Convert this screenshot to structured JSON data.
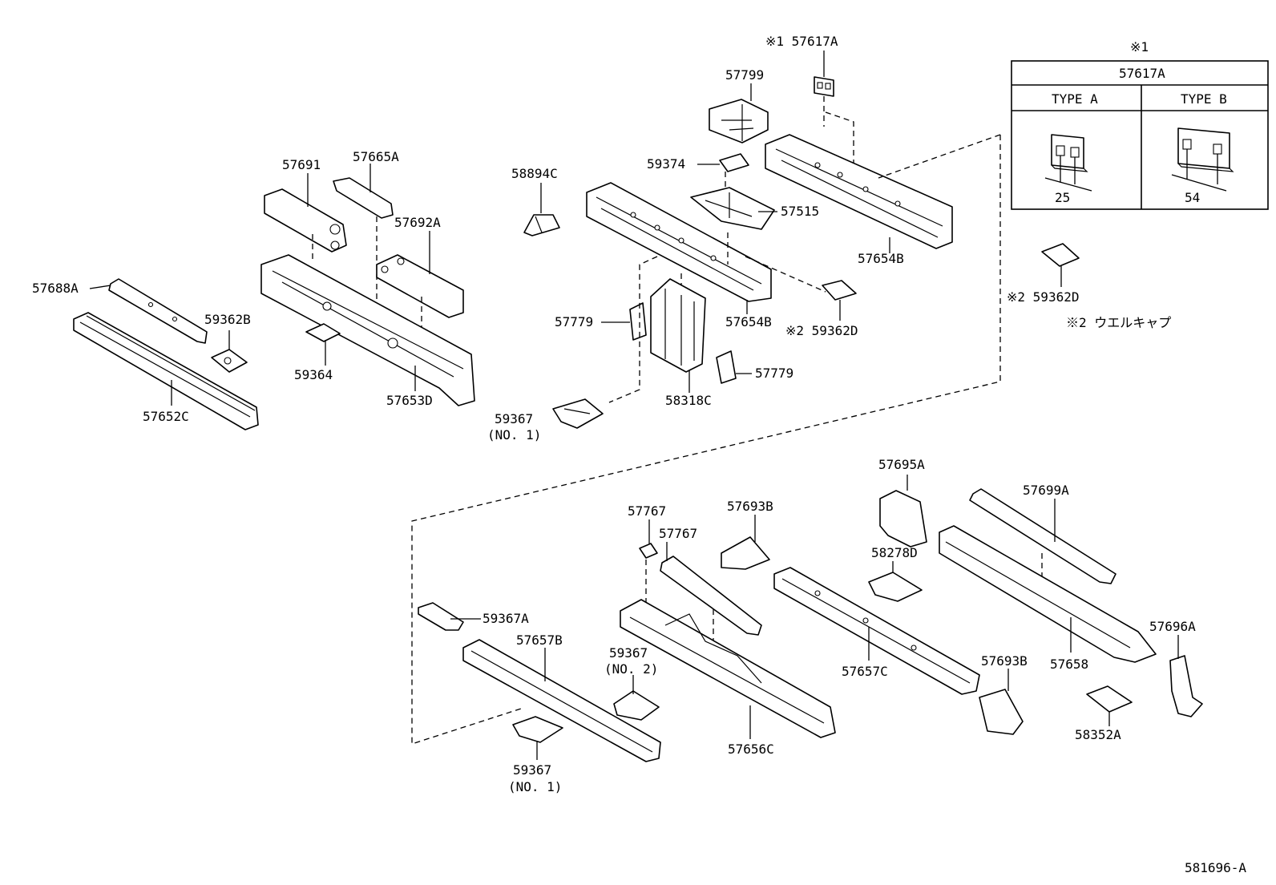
{
  "diagram": {
    "drawing_id": "581696-A",
    "legend_note": "※2  ウエルキャプ",
    "type_table": {
      "header_mark": "※1",
      "part_number": "57617A",
      "columns": [
        "TYPE A",
        "TYPE B"
      ],
      "dimensions": [
        "25",
        "54"
      ]
    },
    "labels": {
      "p57617A": "※1 57617A",
      "p57799": "57799",
      "p57691": "57691",
      "p57665A": "57665A",
      "p58894C": "58894C",
      "p59374": "59374",
      "p57515": "57515",
      "p57654B_top": "57654B",
      "p57692A": "57692A",
      "p57688A": "57688A",
      "p59362B": "59362B",
      "p59364": "59364",
      "p57653D": "57653D",
      "p57652C": "57652C",
      "p57779_a": "57779",
      "p57654B_mid": "57654B",
      "p59362D_mid": "※2 59362D",
      "p57779_b": "57779",
      "p58318C": "58318C",
      "p59367_top": "59367",
      "p59367_top_no": "(NO. 1)",
      "p59362D_right": "※2 59362D",
      "p57695A": "57695A",
      "p57699A": "57699A",
      "p57767_a": "57767",
      "p57767_b": "57767",
      "p57693B_top": "57693B",
      "p58278D": "58278D",
      "p59367A": "59367A",
      "p57657B": "57657B",
      "p59367_mid": "59367",
      "p59367_mid_no": "(NO. 2)",
      "p57657C": "57657C",
      "p57693B_bot": "57693B",
      "p57658": "57658",
      "p57696A": "57696A",
      "p58352A": "58352A",
      "p57656C": "57656C",
      "p59367_bot": "59367",
      "p59367_bot_no": "(NO. 1)"
    }
  }
}
